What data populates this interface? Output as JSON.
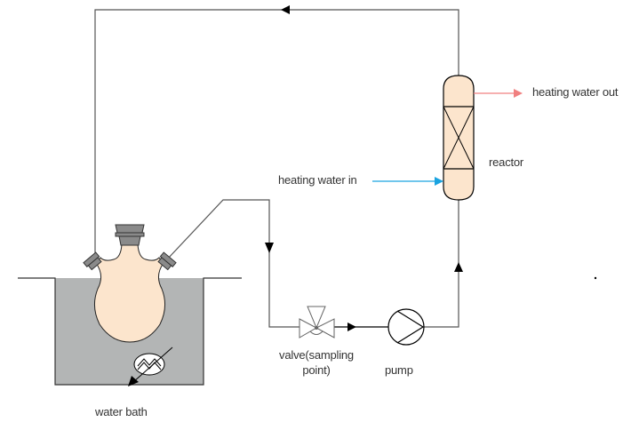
{
  "diagram": {
    "labels": {
      "heating_water_out": "heating water out",
      "heating_water_in": "heating water in",
      "reactor": "reactor",
      "valve_line1": "valve(sampling",
      "valve_line2": "point)",
      "pump": "pump",
      "water_bath": "water bath"
    },
    "colors": {
      "line": "#555555",
      "arrow": "#000000",
      "flask_fill": "#fce5cd",
      "reactor_fill": "#fce5cd",
      "bath_fill": "#b3b5b5",
      "stopper_fill": "#8a8a8a",
      "heating_in": "#1aa3e0",
      "heating_out": "#f08080"
    },
    "flow": [
      "flask",
      "valve",
      "pump",
      "reactor",
      "flask"
    ]
  }
}
